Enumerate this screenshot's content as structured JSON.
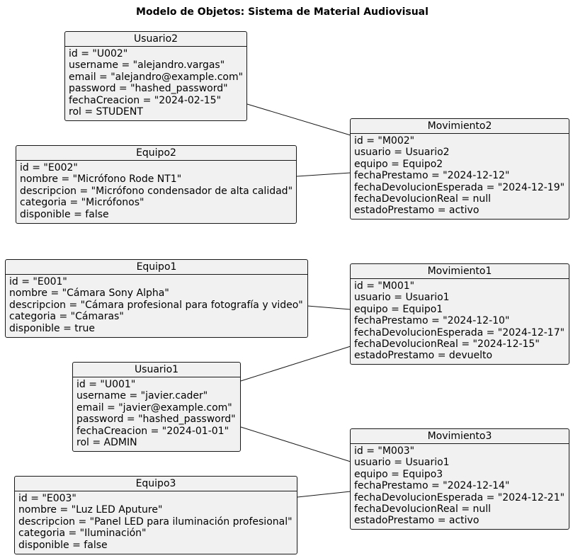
{
  "diagram": {
    "title": "Modelo de Objetos: Sistema de Material Audiovisual",
    "objects": [
      {
        "id": "usuario2",
        "name": "Usuario2",
        "attributes": [
          "id = \"U002\"",
          "username = \"alejandro.vargas\"",
          "email = \"alejandro@example.com\"",
          "password = \"hashed_password\"",
          "fechaCreacion = \"2024-02-15\"",
          "rol = STUDENT"
        ]
      },
      {
        "id": "equipo2",
        "name": "Equipo2",
        "attributes": [
          "id = \"E002\"",
          "nombre = \"Micrófono Rode NT1\"",
          "descripcion = \"Micrófono condensador de alta calidad\"",
          "categoria = \"Micrófonos\"",
          "disponible = false"
        ]
      },
      {
        "id": "movimiento2",
        "name": "Movimiento2",
        "attributes": [
          "id = \"M002\"",
          "usuario = Usuario2",
          "equipo = Equipo2",
          "fechaPrestamo = \"2024-12-12\"",
          "fechaDevolucionEsperada = \"2024-12-19\"",
          "fechaDevolucionReal = null",
          "estadoPrestamo = activo"
        ]
      },
      {
        "id": "equipo1",
        "name": "Equipo1",
        "attributes": [
          "id = \"E001\"",
          "nombre = \"Cámara Sony Alpha\"",
          "descripcion = \"Cámara profesional para fotografía y video\"",
          "categoria = \"Cámaras\"",
          "disponible = true"
        ]
      },
      {
        "id": "movimiento1",
        "name": "Movimiento1",
        "attributes": [
          "id = \"M001\"",
          "usuario = Usuario1",
          "equipo = Equipo1",
          "fechaPrestamo = \"2024-12-10\"",
          "fechaDevolucionEsperada = \"2024-12-17\"",
          "fechaDevolucionReal = \"2024-12-15\"",
          "estadoPrestamo = devuelto"
        ]
      },
      {
        "id": "usuario1",
        "name": "Usuario1",
        "attributes": [
          "id = \"U001\"",
          "username = \"javier.cader\"",
          "email = \"javier@example.com\"",
          "password = \"hashed_password\"",
          "fechaCreacion = \"2024-01-01\"",
          "rol = ADMIN"
        ]
      },
      {
        "id": "movimiento3",
        "name": "Movimiento3",
        "attributes": [
          "id = \"M003\"",
          "usuario = Usuario1",
          "equipo = Equipo3",
          "fechaPrestamo = \"2024-12-14\"",
          "fechaDevolucionEsperada = \"2024-12-21\"",
          "fechaDevolucionReal = null",
          "estadoPrestamo = activo"
        ]
      },
      {
        "id": "equipo3",
        "name": "Equipo3",
        "attributes": [
          "id = \"E003\"",
          "nombre = \"Luz LED Aputure\"",
          "descripcion = \"Panel LED para iluminación profesional\"",
          "categoria = \"Iluminación\"",
          "disponible = false"
        ]
      }
    ],
    "links": [
      {
        "from": "usuario2",
        "to": "movimiento2"
      },
      {
        "from": "equipo2",
        "to": "movimiento2"
      },
      {
        "from": "equipo1",
        "to": "movimiento1"
      },
      {
        "from": "usuario1",
        "to": "movimiento1"
      },
      {
        "from": "usuario1",
        "to": "movimiento3"
      },
      {
        "from": "equipo3",
        "to": "movimiento3"
      }
    ]
  }
}
